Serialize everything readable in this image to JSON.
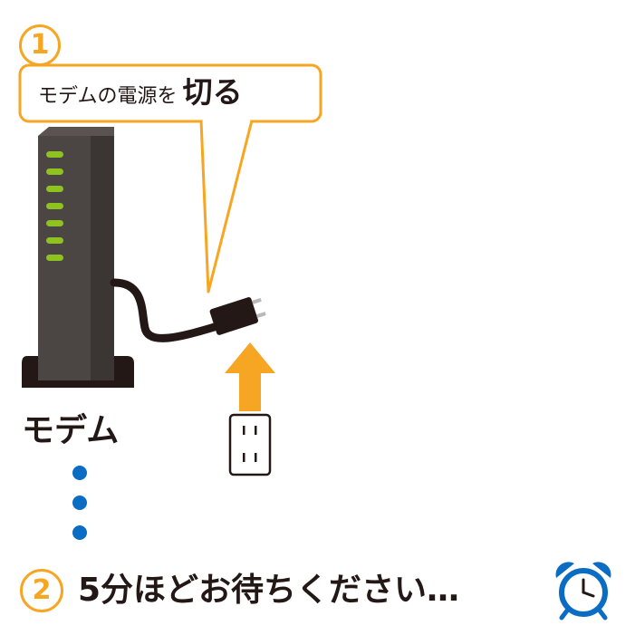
{
  "step1": {
    "number": "1",
    "callout_text": "モデムの電源を",
    "callout_emphasis": "切る"
  },
  "modem": {
    "label": "モデム",
    "led_color": "#8dc21f"
  },
  "step2": {
    "number": "2",
    "text": "5分ほどお待ちください…"
  },
  "icons": {
    "clock": "alarm-clock-icon",
    "arrow": "up-arrow-icon",
    "outlet": "power-outlet-icon"
  },
  "colors": {
    "accent": "#f6a623",
    "dots": "#0a6cc2",
    "dark": "#231815",
    "clock": "#0a6cc2"
  }
}
